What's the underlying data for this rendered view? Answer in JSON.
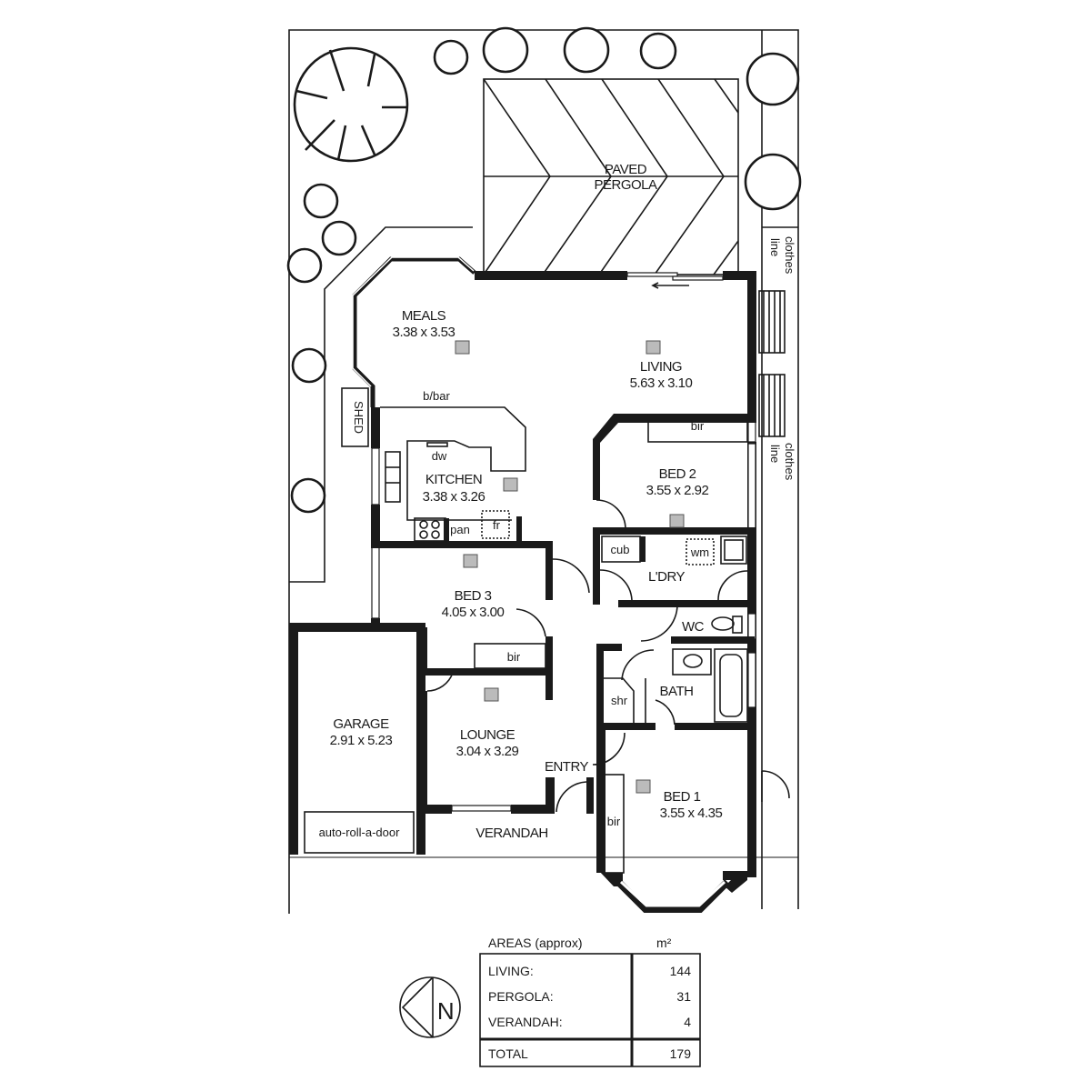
{
  "rooms": {
    "meals": {
      "name": "MEALS",
      "size": "3.38 x 3.53"
    },
    "living": {
      "name": "LIVING",
      "size": "5.63 x 3.10"
    },
    "kitchen": {
      "name": "KITCHEN",
      "size": "3.38 x 3.26"
    },
    "bed2": {
      "name": "BED 2",
      "size": "3.55 x 2.92"
    },
    "bed3": {
      "name": "BED 3",
      "size": "4.05 x 3.00"
    },
    "garage": {
      "name": "GARAGE",
      "size": "2.91 x 5.23"
    },
    "lounge": {
      "name": "LOUNGE",
      "size": "3.04 x 3.29"
    },
    "bed1": {
      "name": "BED 1",
      "size": "3.55 x 4.35"
    },
    "ldry": {
      "name": "L'DRY"
    },
    "wc": {
      "name": "WC"
    },
    "bath": {
      "name": "BATH"
    },
    "entry": {
      "name": "ENTRY"
    },
    "verandah": {
      "name": "VERANDAH"
    },
    "pergola": {
      "line1": "PAVED",
      "line2": "PERGOLA"
    },
    "shed": {
      "name": "SHED"
    }
  },
  "fixtures": {
    "bbar": "b/bar",
    "dw": "dw",
    "pan": "pan",
    "fr": "fr",
    "cub": "cub",
    "wm": "wm",
    "shr": "shr",
    "bir": "bir",
    "garage_door": "auto-roll-a-door",
    "clothes_line_1a": "clothes",
    "clothes_line_1b": "line",
    "clothes_line_2a": "clothes",
    "clothes_line_2b": "line"
  },
  "compass": {
    "letter": "N"
  },
  "areas_table": {
    "title": "AREAS (approx)",
    "unit": "m²",
    "rows": [
      {
        "label": "LIVING:",
        "value": "144"
      },
      {
        "label": "PERGOLA:",
        "value": "31"
      },
      {
        "label": "VERANDAH:",
        "value": "4"
      }
    ],
    "total_label": "TOTAL",
    "total_value": "179"
  }
}
